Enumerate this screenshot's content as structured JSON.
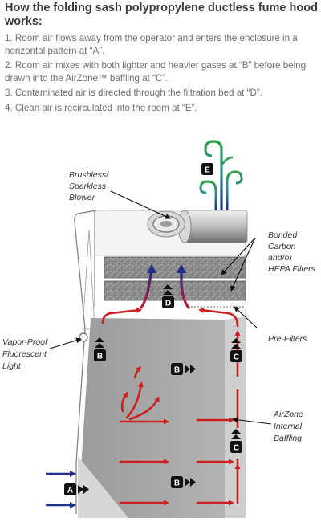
{
  "title": "How the folding sash polypropylene ductless fume hood works:",
  "steps": [
    "1. Room air flows away from the operator and enters the enclosure in a horizontal pattern at “A”.",
    "2. Room air mixes with both lighter and heavier gases at “B” before being drawn into the AirZone™ baffling at “C”.",
    "3. Contaminated air is directed through the filtration bed at “D”.",
    "4. Clean air is recirculated into the room at “E”."
  ],
  "labels": {
    "blower": [
      "Brushless/",
      "Sparkless",
      "Blower"
    ],
    "filters": [
      "Bonded",
      "Carbon",
      "and/or",
      "HEPA Filters"
    ],
    "light": [
      "Vapor-Proof",
      "Fluorescent",
      "Light"
    ],
    "prefilters": [
      "Pre-Filters"
    ],
    "baffling": [
      "AirZone",
      "Internal",
      "Baffling"
    ]
  },
  "badges": {
    "a": "A",
    "b": "B",
    "c": "C",
    "d": "D",
    "e": "E"
  },
  "colors": {
    "airflow_red": "#cc1f1f",
    "intake_blue": "#1c2f8a",
    "clean_green": "#2ea043",
    "chamber_gray": "#a3a3a3",
    "filter_gray": "#8e8e8e"
  }
}
